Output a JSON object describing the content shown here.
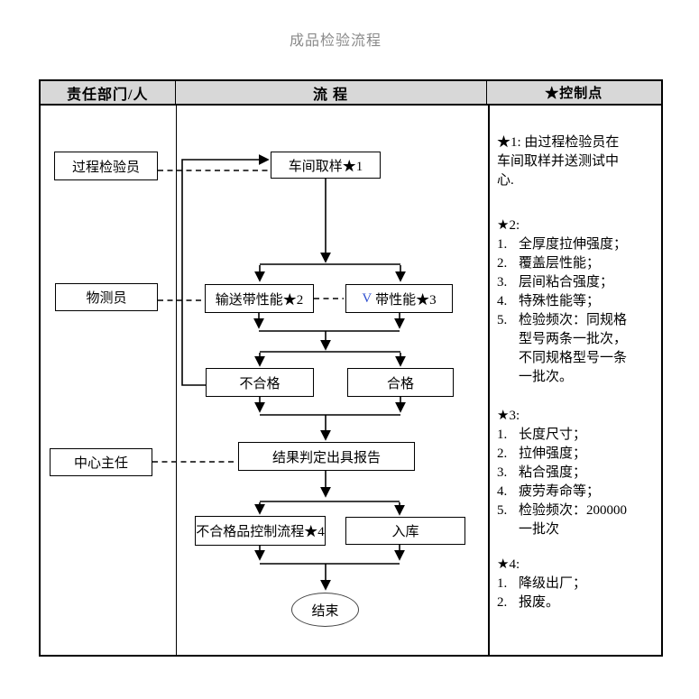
{
  "title": "成品检验流程",
  "table": {
    "headers": {
      "col1": "责任部门/人",
      "col2": "流 程",
      "col3": "★控制点"
    }
  },
  "lanes": [
    {
      "label": "过程检验员"
    },
    {
      "label": "物测员"
    },
    {
      "label": "中心主任"
    }
  ],
  "flow": {
    "nodes": {
      "sampling": "车间取样★1",
      "conveyor": "输送带性能★2",
      "vbelt_prefix": "V",
      "vbelt": "带性能★3",
      "fail": "不合格",
      "pass": "合格",
      "report": "结果判定出具报告",
      "nonconforming": "不合格品控制流程★4",
      "warehouse": "入库",
      "end": "结束"
    }
  },
  "colors": {
    "title_gray": "#8a8a8a",
    "header_bg": "#d8d8d8",
    "vbelt_v_blue": "#2e4fd0"
  },
  "control_points": {
    "notes": [
      {
        "lines": [
          "★1: 由过程检验员在",
          "车间取样并送测试中",
          "心."
        ],
        "items": []
      },
      {
        "label": "★2:",
        "items": [
          [
            "全厚度拉伸强度；"
          ],
          [
            "覆盖层性能；"
          ],
          [
            "层间粘合强度；"
          ],
          [
            "特殊性能等；"
          ],
          [
            "检验频次：同规格",
            "型号两条一批次，",
            "不同规格型号一条",
            "一批次。"
          ]
        ]
      },
      {
        "label": "★3:",
        "items": [
          [
            "长度尺寸；"
          ],
          [
            "拉伸强度；"
          ],
          [
            "粘合强度；"
          ],
          [
            "疲劳寿命等；"
          ],
          [
            "检验频次：200000",
            "一批次"
          ]
        ]
      },
      {
        "label": "★4:",
        "items": [
          [
            "降级出厂；"
          ],
          [
            "报废。"
          ]
        ]
      }
    ]
  }
}
